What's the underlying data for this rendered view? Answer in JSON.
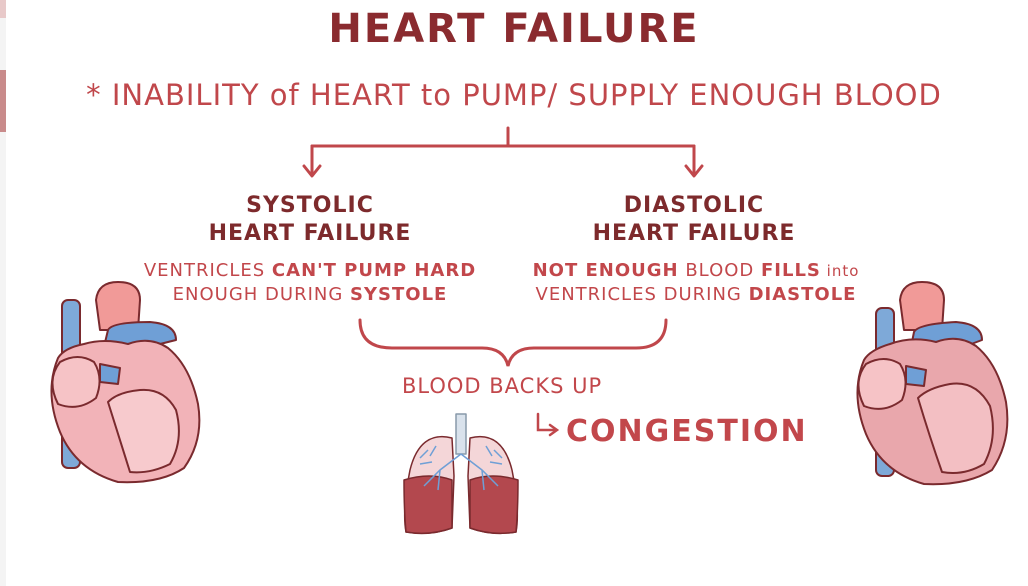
{
  "title": "HEART FAILURE",
  "definition": "* INABILITY of HEART to PUMP/ SUPPLY ENOUGH BLOOD",
  "systolic": {
    "heading_line1": "SYSTOLIC",
    "heading_line2": "HEART FAILURE",
    "line1_a": "VENTRICLES ",
    "line1_b": "CAN'T PUMP HARD",
    "line2_a": "ENOUGH DURING ",
    "line2_b": "SYSTOLE"
  },
  "diastolic": {
    "heading_line1": "DIASTOLIC",
    "heading_line2": "HEART FAILURE",
    "line1_a": "NOT ENOUGH",
    "line1_b": " BLOOD ",
    "line1_c": "FILLS",
    "line1_d": " into",
    "line2_a": "VENTRICLES DURING ",
    "line2_b": "DIASTOLE"
  },
  "result": {
    "blood_backs_up": "BLOOD BACKS UP",
    "congestion": "CONGESTION"
  },
  "colors": {
    "title": "#8a2b2f",
    "accent": "#c0474b",
    "heading": "#7d2a2c",
    "heart_pink": "#f2b3b8",
    "vessel_blue": "#7ea9d8",
    "lung_tissue": "#b3484e"
  },
  "icons": [
    "heart-illustration-left",
    "heart-illustration-right",
    "lungs-illustration",
    "arrow-icon"
  ]
}
